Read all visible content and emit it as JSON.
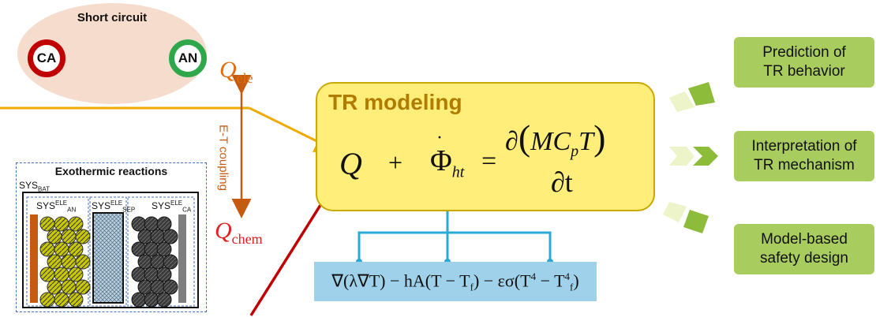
{
  "short_circuit": {
    "title": "Short circuit",
    "cathode_label": "CA",
    "anode_label": "AN",
    "colors": {
      "bubble": "#f6dccd",
      "cathode_ring": "#c00000",
      "anode_ring": "#2ea84a",
      "bolt": "#f2a900"
    }
  },
  "q_ele": {
    "symbol": "Q",
    "sub": "ele",
    "color": "#e46c0a"
  },
  "q_chem": {
    "symbol": "Q",
    "sub": "chem",
    "color": "#e02020"
  },
  "coupling_label": "E-T coupling",
  "exothermic": {
    "title": "Exothermic reactions",
    "sys_bat": {
      "base": "SYS",
      "sub": "BAT"
    },
    "sys_an": {
      "base": "SYS",
      "sup": "ELE",
      "sub": "AN"
    },
    "sys_sep": {
      "base": "SYS",
      "sup": "ELE",
      "sub": "SEP"
    },
    "sys_ca": {
      "base": "SYS",
      "sup": "ELE",
      "sub": "CA"
    }
  },
  "tr_modeling": {
    "title": "TR modeling",
    "q": "Q",
    "plus": "+",
    "phi": "Φ",
    "phi_sub": "ht",
    "equals": "=",
    "partial": "∂",
    "numerator_left": "(",
    "numerator_mc": "MC",
    "numerator_p": "p",
    "numerator_t": "T",
    "numerator_right": ")",
    "denominator": "∂t",
    "colors": {
      "fill": "#ffee79",
      "border": "#c9a800",
      "title": "#b07c00"
    }
  },
  "heat_term": {
    "part1": "∇(λ∇T) − hA(T − T",
    "sub_f1": "f",
    "part2": ") − εσ(T",
    "sup_4a": "4",
    "part3": " − T",
    "sup_4b": "4",
    "sub_f2": "f",
    "part4": ")",
    "color": "#9fd2ea",
    "connector_color": "#2aa9d8"
  },
  "outputs": [
    {
      "label": "Prediction of\nTR behavior"
    },
    {
      "label": "Interpretation of\nTR mechanism"
    },
    {
      "label": "Model-based\nsafety design"
    }
  ],
  "output_color": "#a9cc5f"
}
